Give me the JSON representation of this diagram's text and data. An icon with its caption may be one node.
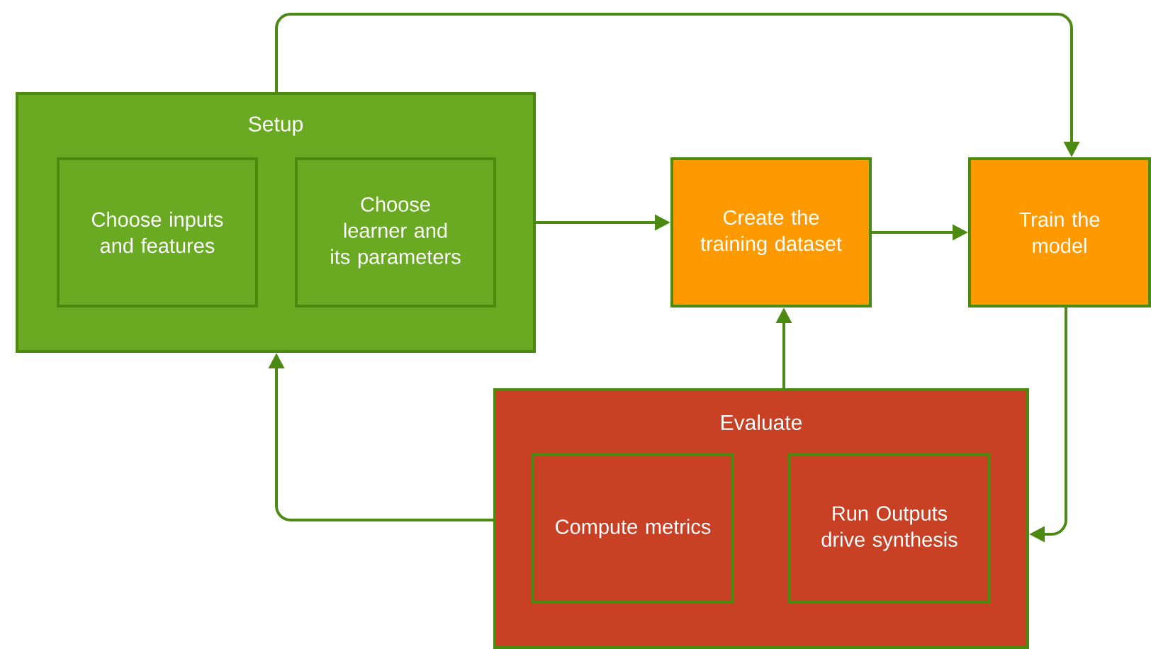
{
  "diagram": {
    "nodes": [
      {
        "text": [
          "Setup"
        ]
      },
      {
        "text": [
          "Choose inputs and features"
        ],
        "in": 0
      },
      {
        "text": [
          "Choose learner and its parameters"
        ],
        "in": 0
      },
      {
        "text": [
          "Create the training dataset"
        ]
      },
      {
        "text": [
          "Train the model"
        ]
      },
      {
        "text": [
          "Evaluate"
        ]
      },
      {
        "text": [
          "Compute metrics"
        ],
        "in": 5
      },
      {
        "text": [
          "Run Outputs drive synthesis"
        ],
        "in": 5
      }
    ],
    "edges": [
      {
        "from": 0,
        "to": 3,
        "arrow": "to"
      },
      {
        "from": 3,
        "to": 4,
        "arrow": "to"
      },
      {
        "from": 0,
        "to": 4,
        "arrow": "to"
      },
      {
        "from": 4,
        "to": 5,
        "arrow": "to"
      },
      {
        "from": 5,
        "to": 3,
        "arrow": "to"
      },
      {
        "from": 5,
        "to": 0,
        "arrow": "to"
      }
    ]
  }
}
